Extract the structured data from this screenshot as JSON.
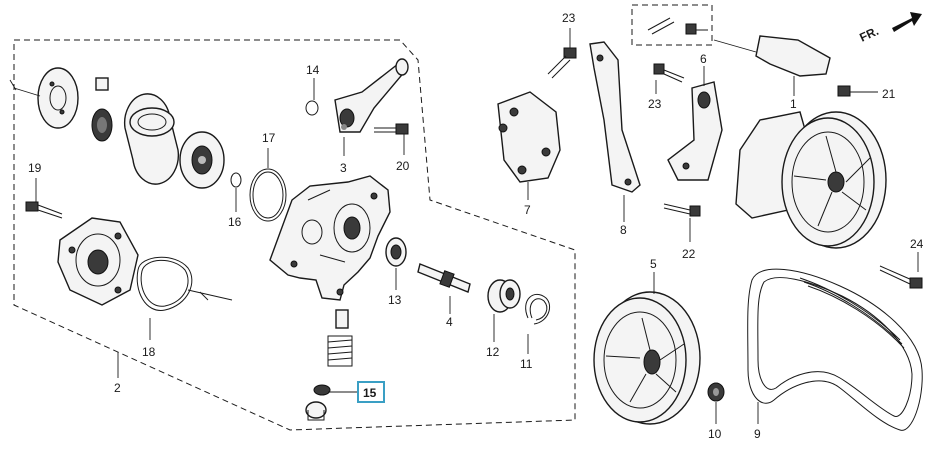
{
  "diagram": {
    "direction_marker": "FR.",
    "callouts": {
      "c1": "1",
      "c2": "2",
      "c3": "3",
      "c4": "4",
      "c5": "5",
      "c6": "6",
      "c7": "7",
      "c8": "8",
      "c9": "9",
      "c10": "10",
      "c11": "11",
      "c12": "12",
      "c13": "13",
      "c14": "14",
      "c15": "15",
      "c16": "16",
      "c17": "17",
      "c18": "18",
      "c19": "19",
      "c20": "20",
      "c21": "21",
      "c22": "22",
      "c23a": "23",
      "c23b": "23",
      "c24": "24"
    },
    "highlight_color": "#3a9fc4"
  }
}
